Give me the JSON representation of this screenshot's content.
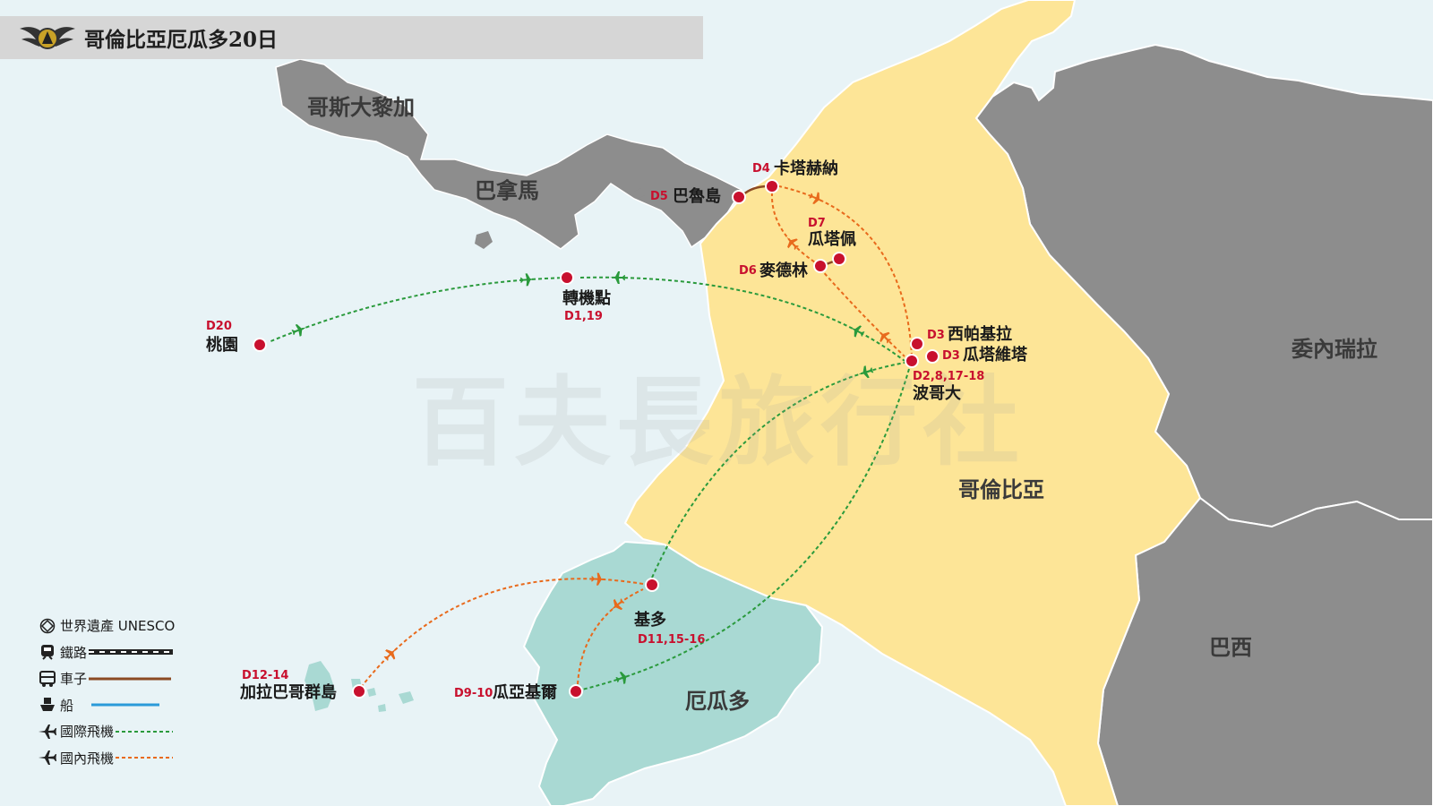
{
  "title": "哥倫比亞厄瓜多20日",
  "watermark": "百夫長旅行社",
  "countries": {
    "costa_rica": "哥斯大黎加",
    "panama": "巴拿馬",
    "colombia": "哥倫比亞",
    "venezuela": "委內瑞拉",
    "brazil": "巴西",
    "ecuador": "厄瓜多"
  },
  "places": {
    "taoyuan": {
      "name": "桃園",
      "day": "D20"
    },
    "transfer": {
      "name": "轉機點",
      "day": "D1,19"
    },
    "bogota": {
      "name": "波哥大",
      "day": "D2,8,17-18"
    },
    "zipaquira": {
      "name": "西帕基拉",
      "day": "D3"
    },
    "guatavita": {
      "name": "瓜塔維塔",
      "day": "D3"
    },
    "cartagena": {
      "name": "卡塔赫納",
      "day": "D4"
    },
    "baru": {
      "name": "巴魯島",
      "day": "D5"
    },
    "medellin": {
      "name": "麥德林",
      "day": "D6"
    },
    "guatape": {
      "name": "瓜塔佩",
      "day": "D7"
    },
    "quito": {
      "name": "基多",
      "day": "D11,15-16"
    },
    "guayaquil": {
      "name": "瓜亞基爾",
      "day": "D9-10"
    },
    "galapagos": {
      "name": "加拉巴哥群島",
      "day": "D12-14"
    }
  },
  "legend": {
    "unesco": "世界遺產 UNESCO",
    "rail": "鐵路",
    "car": "車子",
    "boat": "船",
    "intl_flight": "國際飛機",
    "dom_flight": "國內飛機"
  },
  "colors": {
    "sea": "#e8f3f6",
    "colombia": "#fde597",
    "ecuador": "#a9d9d3",
    "neighbor": "#8d8d8d",
    "marker": "#c8102e",
    "intl_route": "#2a9a3c",
    "dom_route": "#e86a1c",
    "car_route": "#8b4a23",
    "boat_route": "#2a9ad9"
  }
}
